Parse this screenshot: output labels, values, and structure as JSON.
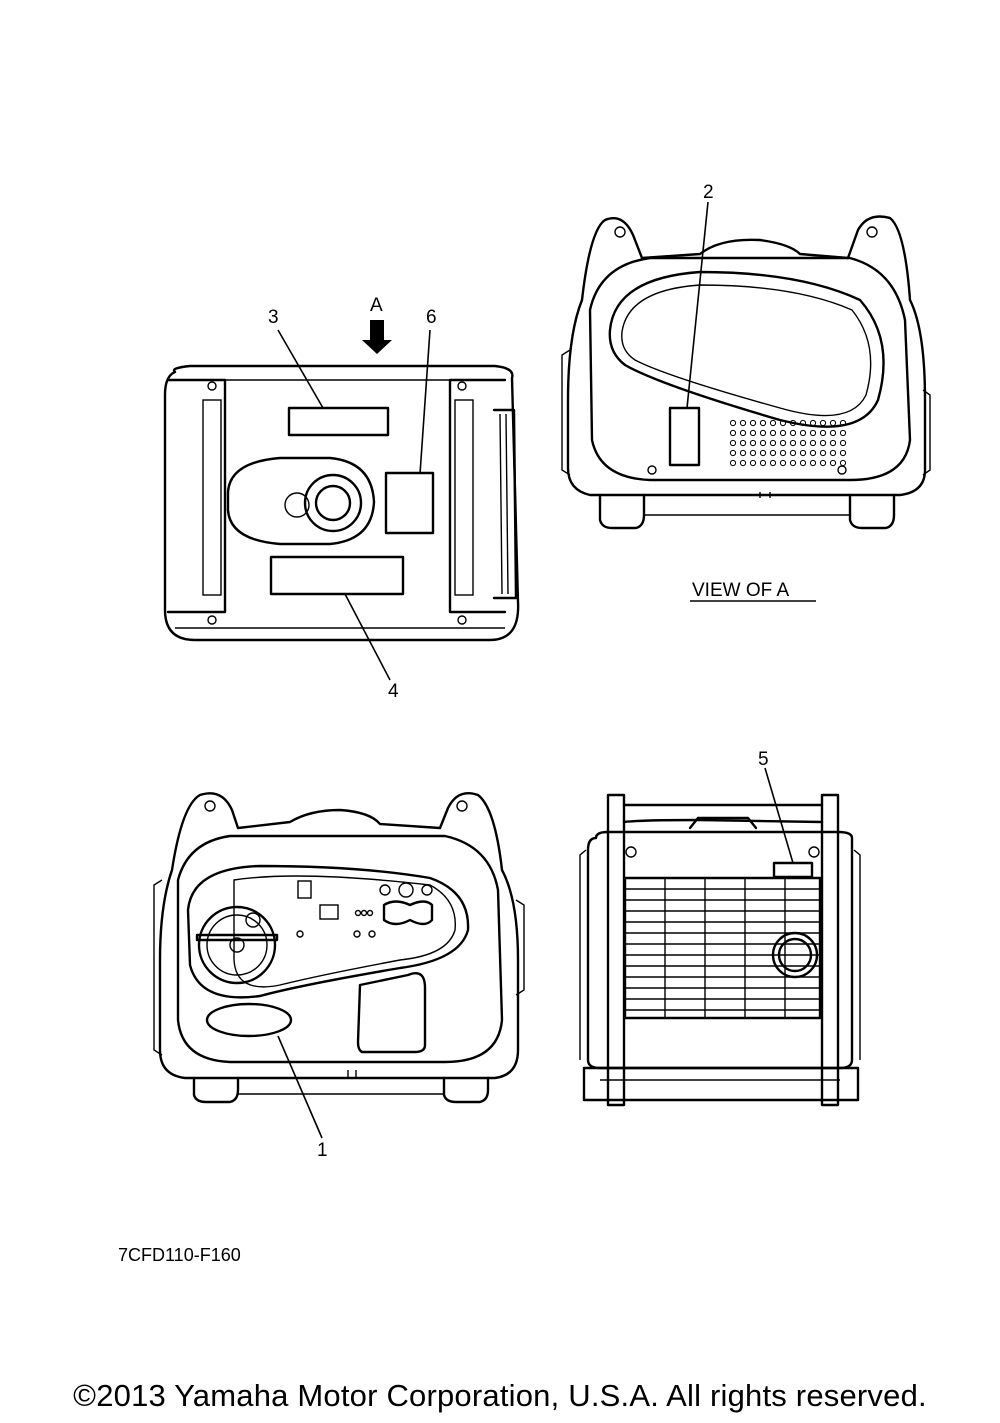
{
  "callouts": {
    "c1": "1",
    "c2": "2",
    "c3": "3",
    "c4": "4",
    "c5": "5",
    "c6": "6",
    "arrow": "A"
  },
  "view_label": "VIEW OF A",
  "drawing_code": "7CFD110-F160",
  "copyright": "©2013 Yamaha Motor Corporation, U.S.A. All rights reserved."
}
